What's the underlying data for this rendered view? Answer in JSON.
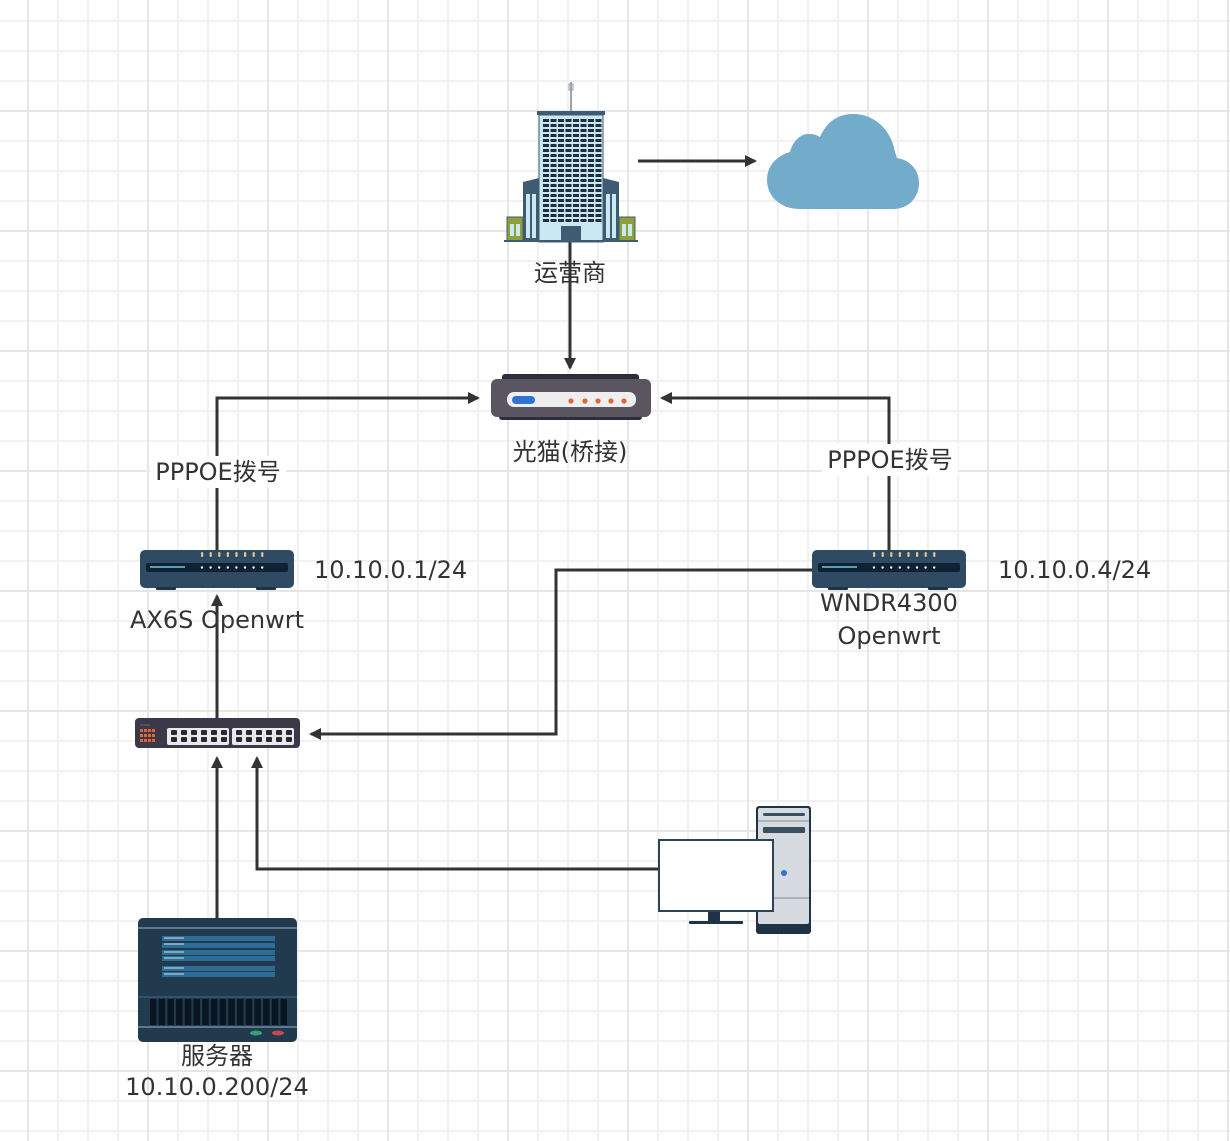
{
  "diagram": {
    "title": "Home network topology",
    "nodes": {
      "isp": {
        "label": "运营商",
        "icon": "office-building-icon"
      },
      "internet": {
        "label": "",
        "icon": "cloud-icon"
      },
      "modem": {
        "label": "光猫(桥接)",
        "icon": "modem-icon"
      },
      "router_left": {
        "label": "AX6S Openwrt",
        "ip": "10.10.0.1/24",
        "icon": "router-icon"
      },
      "router_right": {
        "label_line1": "WNDR4300",
        "label_line2": "Openwrt",
        "ip": "10.10.0.4/24",
        "icon": "router-icon"
      },
      "switch": {
        "label": "",
        "icon": "network-switch-icon"
      },
      "server": {
        "label": "服务器",
        "ip": "10.10.0.200/24",
        "icon": "server-icon"
      },
      "pc": {
        "label": "",
        "icon": "desktop-pc-icon"
      }
    },
    "edges": [
      {
        "from": "isp",
        "to": "internet",
        "label": ""
      },
      {
        "from": "isp",
        "to": "modem",
        "label": ""
      },
      {
        "from": "router_left",
        "to": "modem",
        "label": "PPPOE拨号"
      },
      {
        "from": "router_right",
        "to": "modem",
        "label": "PPPOE拨号"
      },
      {
        "from": "router_right",
        "to": "switch",
        "label": ""
      },
      {
        "from": "switch",
        "to": "router_left",
        "label": ""
      },
      {
        "from": "server",
        "to": "switch",
        "label": ""
      },
      {
        "from": "pc",
        "to": "switch",
        "label": ""
      }
    ],
    "colors": {
      "edge": "#333333",
      "cloud": "#73abca",
      "router_body": "#2f4b63",
      "modem_body": "#5a5560",
      "modem_led_blue": "#2f74d0",
      "modem_led_orange": "#e0663a",
      "server_body": "#213a4d",
      "grid_minor": "#f1f1f1",
      "grid_major": "#e6e6e6"
    }
  }
}
